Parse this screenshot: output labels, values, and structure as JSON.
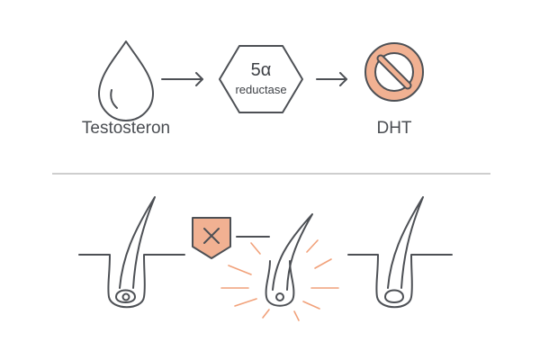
{
  "top_row": {
    "source_label": "Testosteron",
    "enzyme_line1": "5α",
    "enzyme_line2": "reductase",
    "product_label": "DHT"
  },
  "colors": {
    "stroke": "#4d5055",
    "accent_fill": "#f1b192",
    "accent_stroke": "#e0794f",
    "divider": "#bdbdbd"
  },
  "icons": {
    "source": "droplet-icon",
    "enzyme": "hexagon-icon",
    "product": "prohibited-icon",
    "blocker": "shield-x-icon"
  }
}
